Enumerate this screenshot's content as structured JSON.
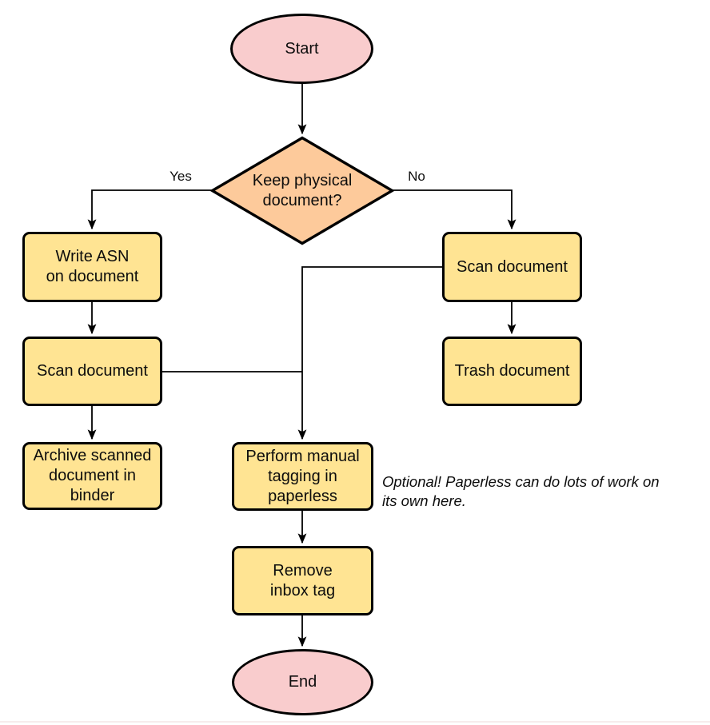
{
  "colors": {
    "node-yellow": "#FFE493",
    "node-orange": "#FDCA9B",
    "node-pink": "#F9CCCD",
    "stroke": "#000000",
    "edge": "#000000"
  },
  "nodes": {
    "start": {
      "label": "Start"
    },
    "decision": {
      "label": "Keep physical\ndocument?"
    },
    "write_asn": {
      "label": "Write ASN\non document"
    },
    "scan_left": {
      "label": "Scan document"
    },
    "archive": {
      "label": "Archive scanned\ndocument in\nbinder"
    },
    "scan_right": {
      "label": "Scan document"
    },
    "trash": {
      "label": "Trash document"
    },
    "tagging": {
      "label": "Perform manual\ntagging in\npaperless"
    },
    "remove_inbox": {
      "label": "Remove\ninbox tag"
    },
    "end": {
      "label": "End"
    }
  },
  "edge_labels": {
    "yes": "Yes",
    "no": "No"
  },
  "annotation": {
    "text": "Optional! Paperless can do lots of work on\nits own here."
  }
}
